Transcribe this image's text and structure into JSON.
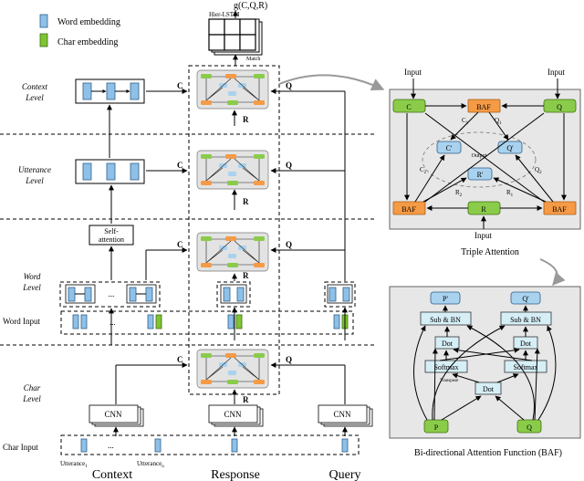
{
  "legend": {
    "word": "Word embedding",
    "char": "Char embedding"
  },
  "top": {
    "g": "g(C,Q,R)",
    "hier": "Hier-LSTM",
    "match": "Match"
  },
  "levels": {
    "context": "Context\nLevel",
    "utterance": "Utterance\nLevel",
    "word": "Word\nLevel",
    "char": "Char\nLevel"
  },
  "level_lines": {
    "context": [
      "Context",
      "Level"
    ],
    "utterance": [
      "Utterance",
      "Level"
    ],
    "word": [
      "Word",
      "Level"
    ],
    "char": [
      "Char",
      "Level"
    ]
  },
  "arrows": {
    "c": "C",
    "q": "Q",
    "r": "R"
  },
  "self_attention": [
    "Self-",
    "attention"
  ],
  "word_input": "Word Input",
  "char_input": "Char Input",
  "cnn": "CNN",
  "ellipsis": "...",
  "utterance_1": "Utterance",
  "utterance_1_sub": "1",
  "utterance_n": "Utterance",
  "utterance_n_sub": "n",
  "bottom": {
    "context": "Context",
    "response": "Response",
    "query": "Query"
  },
  "triple": {
    "input": "Input",
    "c": "C",
    "q": "Q",
    "r": "R",
    "baf": "BAF",
    "c_prime": "C'",
    "q_prime": "Q'",
    "r_prime": "R'",
    "output": "Output",
    "c1": "C",
    "c1_sub": "1",
    "q1": "Q",
    "q1_sub": "1",
    "c2": "C",
    "c2_sub": "2",
    "q2": "Q",
    "q2_sub": "2",
    "r1": "R",
    "r1_sub": "1",
    "r2": "R",
    "r2_sub": "2",
    "caption": "Triple Attention"
  },
  "baf_panel": {
    "p_prime": "P'",
    "q_prime": "Q'",
    "sub_bn": "Sub & BN",
    "dot": "Dot",
    "softmax": "Softmax",
    "transpose": "Transpose",
    "p": "P",
    "q": "Q",
    "caption": "Bi-directional Attention Function (BAF)"
  },
  "colors": {
    "word": "#8fc1e8",
    "char": "#7fc433",
    "baf": "#f59a45",
    "panel": "#e7e7e7"
  }
}
